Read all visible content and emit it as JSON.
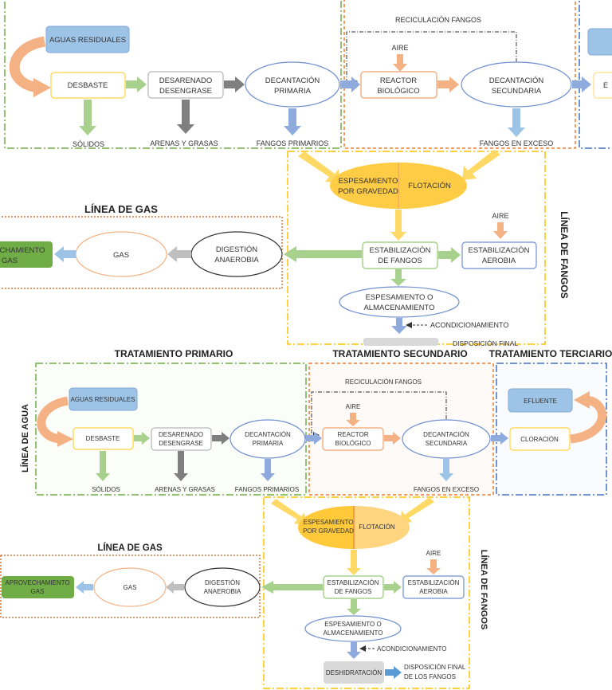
{
  "colors": {
    "water": "#70ad47",
    "secondary": "#ed7d31",
    "tertiary": "#4472c4",
    "sludge": "#ffc000",
    "gas": "#c55a11"
  },
  "top": {
    "aguas": "AGUAS RESIDUALES",
    "desbaste": "DESBASTE",
    "desarenado1": "DESARENADO",
    "desarenado2": "DESENGRASE",
    "decant1a": "DECANTACIÓN",
    "decant1b": "PRIMARIA",
    "recirc": "RECICULACIÓN FANGOS",
    "aire1": "AIRE",
    "reactor1": "REACTOR",
    "reactor2": "BIOLÓGICO",
    "decant2a": "DECANTACIÓN",
    "decant2b": "SECUNDARIA",
    "solidos": "SÓLIDOS",
    "arenas": "ARENAS Y GRASAS",
    "fprim": "FANGOS PRIMARIOS",
    "fexceso": "FANGOS EN EXCESO",
    "esp1": "ESPESAMIENTO",
    "esp2": "POR GRAVEDAD",
    "flot": "FLOTACIÓN",
    "lineagas": "LÍNEA DE GAS",
    "lineafangos": "LÍNEA DE FANGOS",
    "aire2": "AIRE",
    "aprov1": "CHAMIENTO",
    "aprov2": "GAS",
    "gas": "GAS",
    "dig1": "DIGESTIÓN",
    "dig2": "ANAEROBIA",
    "estab1": "ESTABILIZACIÓN",
    "estab2": "DE FANGOS",
    "estabA1": "ESTABILIZACIÓN",
    "estabA2": "AEROBIA",
    "espalm1": "ESPESAMIENTO O",
    "espalm2": "ALMACENAMIENTO",
    "acond": "ACONDICIONAMIENTO",
    "disp": "DISPOSICIÓN FINAL",
    "ef": "E"
  },
  "bottom": {
    "h_prim": "TRATAMIENTO PRIMARIO",
    "h_sec": "TRATAMIENTO SECUNDARIO",
    "h_ter": "TRATAMIENTO TERCIARIO",
    "lineaagua": "LÍNEA DE AGUA",
    "aguas": "AGUAS RESIDUALES",
    "desbaste": "DESBASTE",
    "desarenado1": "DESARENADO",
    "desarenado2": "DESENGRASE",
    "decant1a": "DECANTACIÓN",
    "decant1b": "PRIMARIA",
    "recirc": "RECICULACIÓN FANGOS",
    "aire1": "AIRE",
    "reactor1": "REACTOR",
    "reactor2": "BIOLÓGICO",
    "decant2a": "DECANTACIÓN",
    "decant2b": "SECUNDARIA",
    "efluente": "EFLUENTE",
    "cloracion": "CLORACIÓN",
    "solidos": "SÓLIDOS",
    "arenas": "ARENAS Y GRASAS",
    "fprim": "FANGOS PRIMARIOS",
    "fexceso": "FANGOS EN EXCESO",
    "esp1": "ESPESAMIENTO",
    "esp2": "POR GRAVEDAD",
    "flot": "FLOTACIÓN",
    "lineagas": "LÍNEA DE GAS",
    "lineafangos": "LÍNEA DE FANGOS",
    "aire2": "AIRE",
    "aprov1": "APROVECHAMIENTO",
    "aprov2": "GAS",
    "gas": "GAS",
    "dig1": "DIGESTIÓN",
    "dig2": "ANAEROBIA",
    "estab1": "ESTABILIZACIÓN",
    "estab2": "DE FANGOS",
    "estabA1": "ESTABILIZACIÓN",
    "estabA2": "AEROBIA",
    "espalm1": "ESPESAMIENTO O",
    "espalm2": "ALMACENAMIENTO",
    "acond": "ACONDICIONAMIENTO",
    "deshid": "DESHIDRATACIÓN",
    "disp1": "DISPOSICIÓN FINAL",
    "disp2": "DE LOS FANGOS"
  }
}
